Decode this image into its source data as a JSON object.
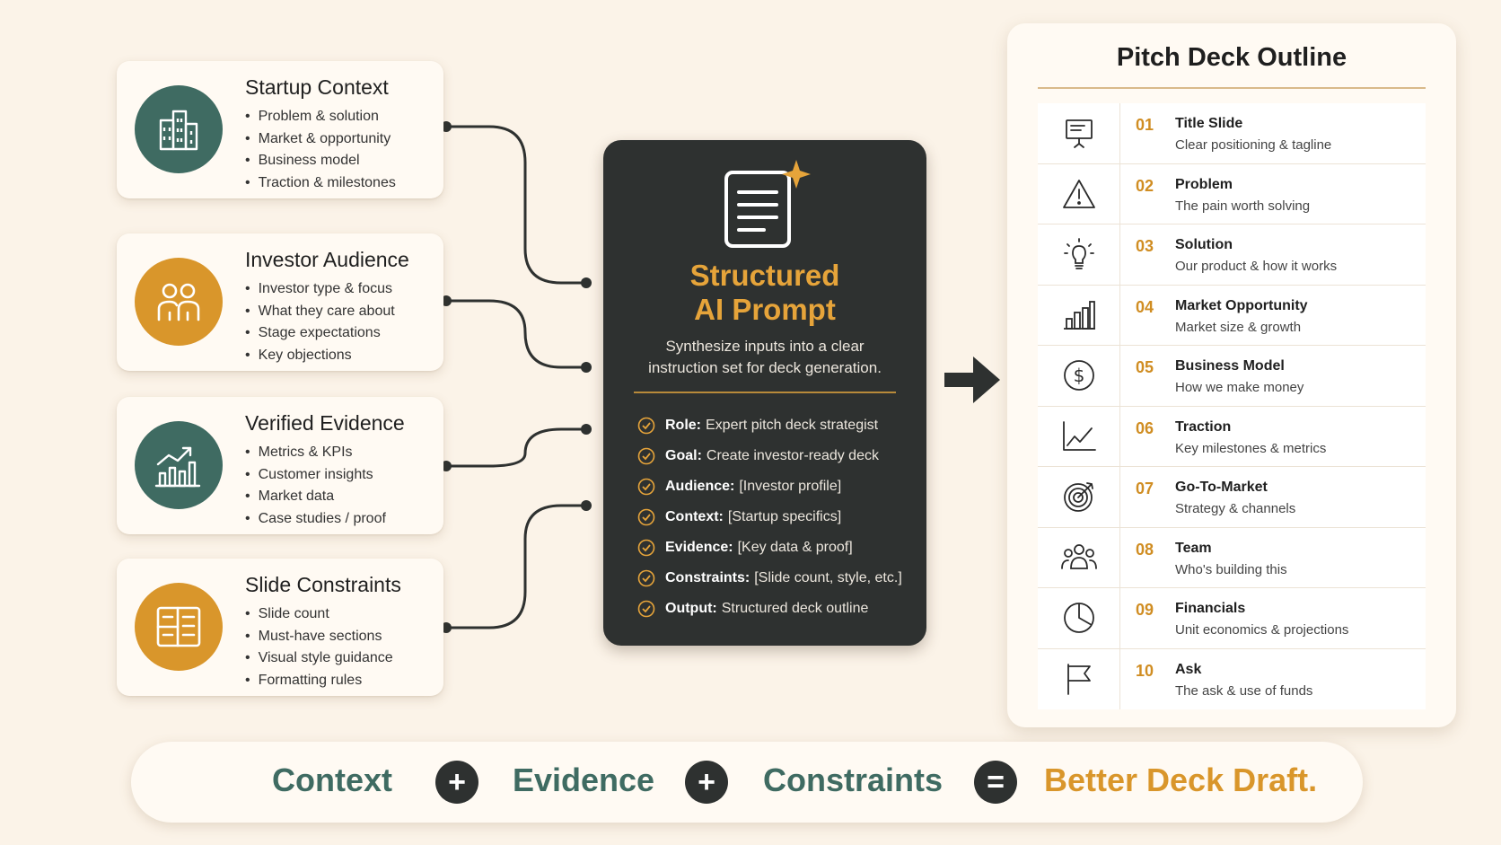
{
  "inputs": [
    {
      "title": "Startup Context",
      "items": [
        "Problem & solution",
        "Market & opportunity",
        "Business model",
        "Traction & milestones"
      ],
      "icon": "building-icon",
      "color": "#3f6b62"
    },
    {
      "title": "Investor Audience",
      "items": [
        "Investor type & focus",
        "What they care about",
        "Stage expectations",
        "Key objections"
      ],
      "icon": "people-icon",
      "color": "#d9962b"
    },
    {
      "title": "Verified Evidence",
      "items": [
        "Metrics & KPIs",
        "Customer insights",
        "Market data",
        "Case studies / proof"
      ],
      "icon": "growth-chart-icon",
      "color": "#3f6b62"
    },
    {
      "title": "Slide Constraints",
      "items": [
        "Slide count",
        "Must-have sections",
        "Visual style guidance",
        "Formatting rules"
      ],
      "icon": "layout-icon",
      "color": "#d9962b"
    }
  ],
  "prompt": {
    "title_line1": "Structured",
    "title_line2": "AI Prompt",
    "subtitle_line1": "Synthesize inputs into a clear",
    "subtitle_line2": "instruction set for deck generation.",
    "items": [
      {
        "label": "Role:",
        "value": "Expert pitch deck strategist"
      },
      {
        "label": "Goal:",
        "value": "Create investor-ready deck"
      },
      {
        "label": "Audience:",
        "value": "[Investor profile]"
      },
      {
        "label": "Context:",
        "value": "[Startup specifics]"
      },
      {
        "label": "Evidence:",
        "value": "[Key data & proof]"
      },
      {
        "label": "Constraints:",
        "value": "[Slide count, style, etc.]"
      },
      {
        "label": "Output:",
        "value": "Structured deck outline"
      }
    ]
  },
  "outline": {
    "title": "Pitch Deck Outline",
    "rows": [
      {
        "num": "01",
        "title": "Title Slide",
        "sub": "Clear positioning & tagline",
        "icon": "presentation-icon"
      },
      {
        "num": "02",
        "title": "Problem",
        "sub": "The pain worth solving",
        "icon": "warning-icon"
      },
      {
        "num": "03",
        "title": "Solution",
        "sub": "Our product & how it works",
        "icon": "lightbulb-icon"
      },
      {
        "num": "04",
        "title": "Market Opportunity",
        "sub": "Market size & growth",
        "icon": "bar-chart-icon"
      },
      {
        "num": "05",
        "title": "Business Model",
        "sub": "How we make money",
        "icon": "dollar-icon"
      },
      {
        "num": "06",
        "title": "Traction",
        "sub": "Key milestones & metrics",
        "icon": "line-chart-icon"
      },
      {
        "num": "07",
        "title": "Go-To-Market",
        "sub": "Strategy & channels",
        "icon": "target-icon"
      },
      {
        "num": "08",
        "title": "Team",
        "sub": "Who's building this",
        "icon": "team-icon"
      },
      {
        "num": "09",
        "title": "Financials",
        "sub": "Unit economics & projections",
        "icon": "pie-chart-icon"
      },
      {
        "num": "10",
        "title": "Ask",
        "sub": "The ask & use of funds",
        "icon": "flag-icon"
      }
    ]
  },
  "formula": {
    "term1": "Context",
    "term2": "Evidence",
    "term3": "Constraints",
    "result": "Better Deck Draft.",
    "op_plus": "+",
    "op_equals": "="
  },
  "colors": {
    "teal": "#3f6b62",
    "gold": "#d9962b",
    "dark": "#2e3130",
    "background": "#fbf3e8"
  }
}
